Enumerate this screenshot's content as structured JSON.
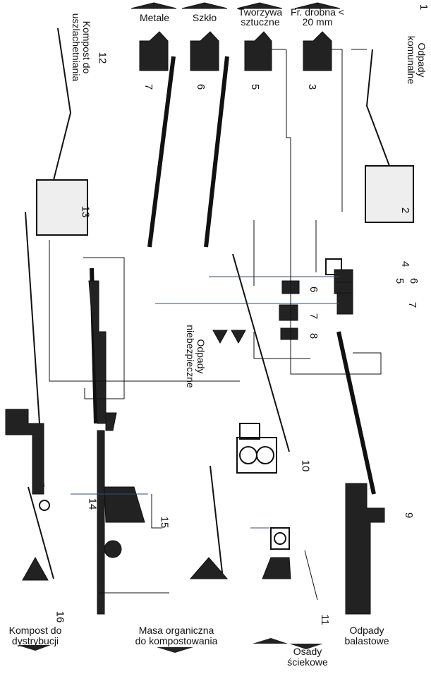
{
  "top_outputs": [
    {
      "label": "Metale",
      "number": "7"
    },
    {
      "label": "Szkło",
      "number": "6"
    },
    {
      "label": "Tworzywa sztuczne",
      "number": "5"
    },
    {
      "label": "Fr. drobna < 20 mm",
      "number": "3"
    }
  ],
  "side_labels": {
    "input": "Odpady komunalne",
    "input_number": "1",
    "refine": "Kompost do uszlachetniania",
    "refine_number": "12",
    "hazardous": "Odpady niebezpieczne"
  },
  "bottom_labels": {
    "distribution": "Kompost do dystrybucji",
    "organic": "Masa organiczna do kompostowania",
    "sewage": "Osady ściekowe",
    "ballast": "Odpady balastowe"
  },
  "station_numbers": {
    "n2": "2",
    "n4": "4",
    "n5": "5",
    "n6a": "6",
    "n7a": "7",
    "n6b": "6",
    "n7b": "7",
    "n8": "8",
    "n9": "9",
    "n10": "10",
    "n11": "11",
    "n13": "13",
    "n14": "14",
    "n15": "15",
    "n16": "16"
  },
  "colors": {
    "ink": "#111111",
    "fill": "#2a2a2a",
    "line_blue": "#3a4a7a"
  }
}
